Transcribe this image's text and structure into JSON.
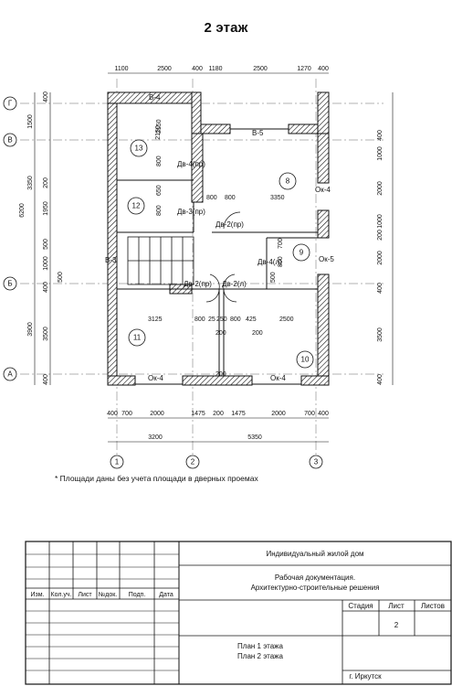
{
  "title": "2 этаж",
  "note": "* Площади даны без учета площади в дверных проемах",
  "axes": {
    "rows": [
      "Г",
      "В",
      "Б",
      "А"
    ],
    "cols": [
      "1",
      "2",
      "3"
    ]
  },
  "top_dims": [
    "1100",
    "2500",
    "400",
    "1180",
    "2500",
    "1270",
    "400"
  ],
  "bottom_dims": [
    "400",
    "700",
    "2000",
    "1475",
    "200",
    "1475",
    "2000",
    "700",
    "400"
  ],
  "bottom_totals": [
    "3200",
    "5350"
  ],
  "left_outer": [
    "1500",
    "3350",
    "6200",
    "3900"
  ],
  "left_inner": [
    "400",
    "2150",
    "200",
    "1950",
    "500",
    "1000",
    "500",
    "400",
    "3500",
    "400"
  ],
  "right_dims": [
    "400",
    "1000",
    "2000",
    "1000",
    "200",
    "2000",
    "400",
    "3500",
    "400"
  ],
  "rooms": [
    "13",
    "12",
    "8",
    "9",
    "11",
    "10"
  ],
  "openings": [
    "В-4",
    "В-5",
    "В-3",
    "Ок-4",
    "Ок-5",
    "Ок-4",
    "Ок-4",
    "Дв-4(пр)",
    "Дв-3(пр)",
    "Дв-2(пр)",
    "Дв-4(л)",
    "Дв-2(пр)",
    "Дв-2(л)"
  ],
  "inner_dims": [
    "2150",
    "800",
    "650",
    "800",
    "800",
    "800",
    "3350",
    "700",
    "800",
    "500",
    "3125",
    "800",
    "25",
    "250",
    "800",
    "425",
    "2500",
    "200",
    "200",
    "200"
  ],
  "stamp": {
    "header": [
      "Изм.",
      "Кол.уч.",
      "Лист",
      "№док.",
      "Подп.",
      "Дата"
    ],
    "project": "Индивидуальный жилой дом",
    "doc_line1": "Рабочая документация.",
    "doc_line2": "Архитектурно-строительные решения",
    "stage_label": "Стадия",
    "sheet_label": "Лист",
    "sheets_label": "Листов",
    "sheet_value": "2",
    "plan1": "План 1 этажа",
    "plan2": "План 2 этажа",
    "city": "г. Иркутск"
  },
  "colors": {
    "line": "#111111",
    "grid": "#555555"
  }
}
